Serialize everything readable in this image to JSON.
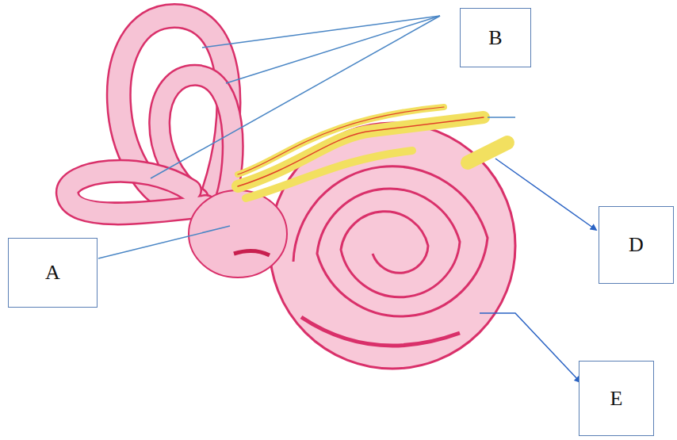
{
  "diagram": {
    "nodes": [
      {
        "text": [
          "B"
        ]
      },
      {
        "text": [
          "D"
        ]
      },
      {
        "text": [
          "A"
        ]
      },
      {
        "text": [
          "E"
        ]
      }
    ]
  }
}
